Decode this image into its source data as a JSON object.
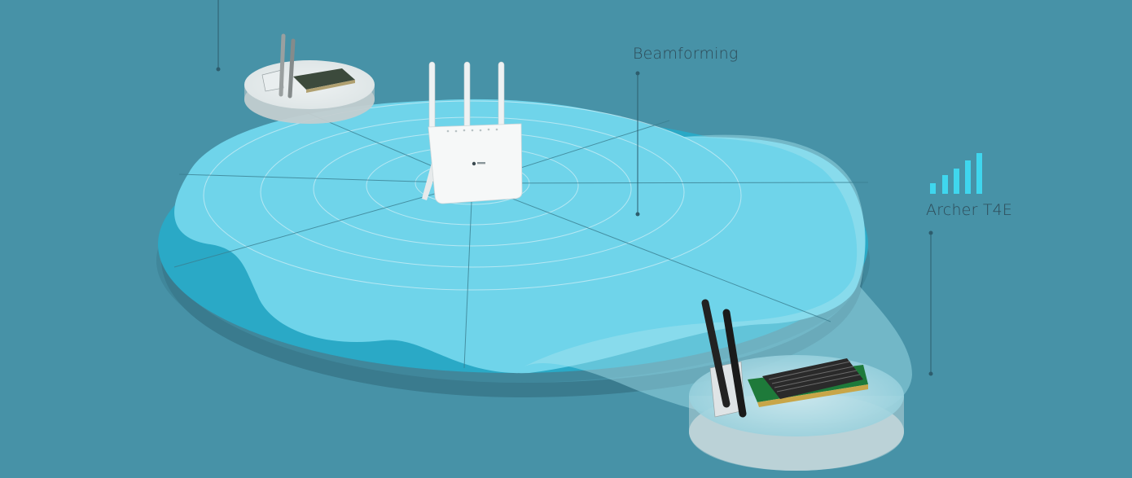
{
  "labels": {
    "beamforming": "Beamforming",
    "product": "Archer T4E"
  },
  "signal_strength": {
    "bars_filled": 5,
    "bars_total": 5
  },
  "colors": {
    "background": "#4792a7",
    "coverage_light": "#6fd4ea",
    "coverage_dark": "#2aa9c6",
    "signal_bars": "#3fd6ee",
    "label_text": "#2d4a57"
  }
}
